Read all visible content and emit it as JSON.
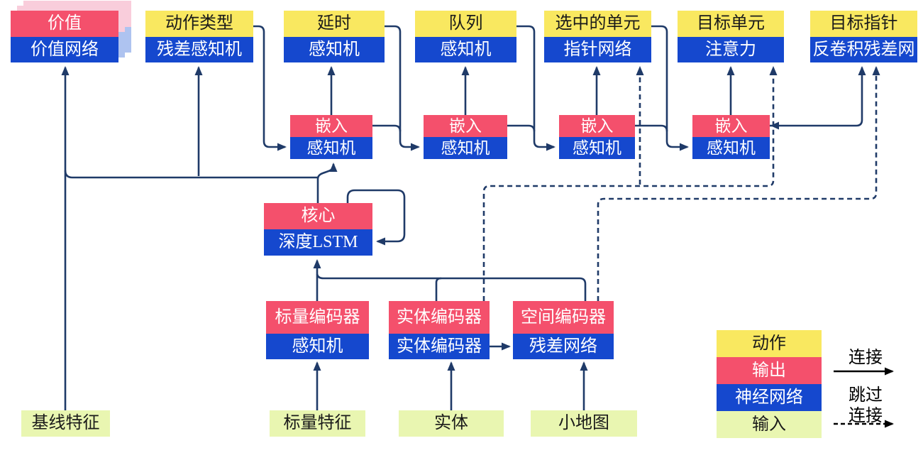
{
  "diagram": {
    "heads": [
      {
        "title": "价值",
        "subtitle": "价值网络"
      },
      {
        "title": "动作类型",
        "subtitle": "残差感知机"
      },
      {
        "title": "延时",
        "subtitle": "感知机"
      },
      {
        "title": "队列",
        "subtitle": "感知机"
      },
      {
        "title": "选中的单元",
        "subtitle": "指针网络"
      },
      {
        "title": "目标单元",
        "subtitle": "注意力"
      },
      {
        "title": "目标指针",
        "subtitle": "反卷积残差网"
      }
    ],
    "embeds": [
      {
        "title": "嵌入",
        "subtitle": "感知机"
      },
      {
        "title": "嵌入",
        "subtitle": "感知机"
      },
      {
        "title": "嵌入",
        "subtitle": "感知机"
      },
      {
        "title": "嵌入",
        "subtitle": "感知机"
      }
    ],
    "core": {
      "title": "核心",
      "subtitle": "深度LSTM"
    },
    "encoders": [
      {
        "title": "标量编码器",
        "subtitle": "感知机"
      },
      {
        "title": "实体编码器",
        "subtitle": "实体编码器"
      },
      {
        "title": "空间编码器",
        "subtitle": "残差网络"
      }
    ],
    "inputs": [
      {
        "label": "基线特征"
      },
      {
        "label": "标量特征"
      },
      {
        "label": "实体"
      },
      {
        "label": "小地图"
      }
    ],
    "legend": {
      "items": [
        {
          "label": "动作"
        },
        {
          "label": "输出"
        },
        {
          "label": "神经网络"
        },
        {
          "label": "输入"
        }
      ],
      "solid_label": "连接",
      "dashed_label_line1": "跳过",
      "dashed_label_line2": "连接"
    },
    "colors": {
      "action_yellow": "#f9e860",
      "output_pink": "#f4506c",
      "network_blue": "#1548ce",
      "input_green": "#e9f6b1",
      "connector_navy": "#1f3a68",
      "legend_arrow_black": "#000000",
      "value_shadow_pink": "#f9cddb",
      "value_shadow_blue": "#aec3f0"
    },
    "edges": {
      "solid": [
        "基线特征→价值网络",
        "核心→价值网络",
        "核心→残差感知机",
        "核心→嵌入1",
        "嵌入1→延时",
        "嵌入2→队列",
        "嵌入3→指针网络",
        "嵌入4→注意力",
        "动作类型→嵌入1",
        "延时→嵌入2",
        "队列→嵌入3",
        "选中的单元→嵌入4",
        "嵌入1→嵌入2",
        "嵌入2→嵌入3",
        "嵌入3→嵌入4",
        "嵌入4→反卷积残差网",
        "深度LSTM→深度LSTM",
        "标量编码器→核心",
        "实体编码器→核心",
        "空间编码器→核心",
        "标量特征→感知机",
        "实体→实体编码器",
        "小地图→残差网络",
        "实体编码器→残差网络"
      ],
      "dashed": [
        "实体编码器⇢指针网络",
        "实体编码器⇢注意力",
        "空间编码器⇢反卷积残差网"
      ]
    }
  }
}
